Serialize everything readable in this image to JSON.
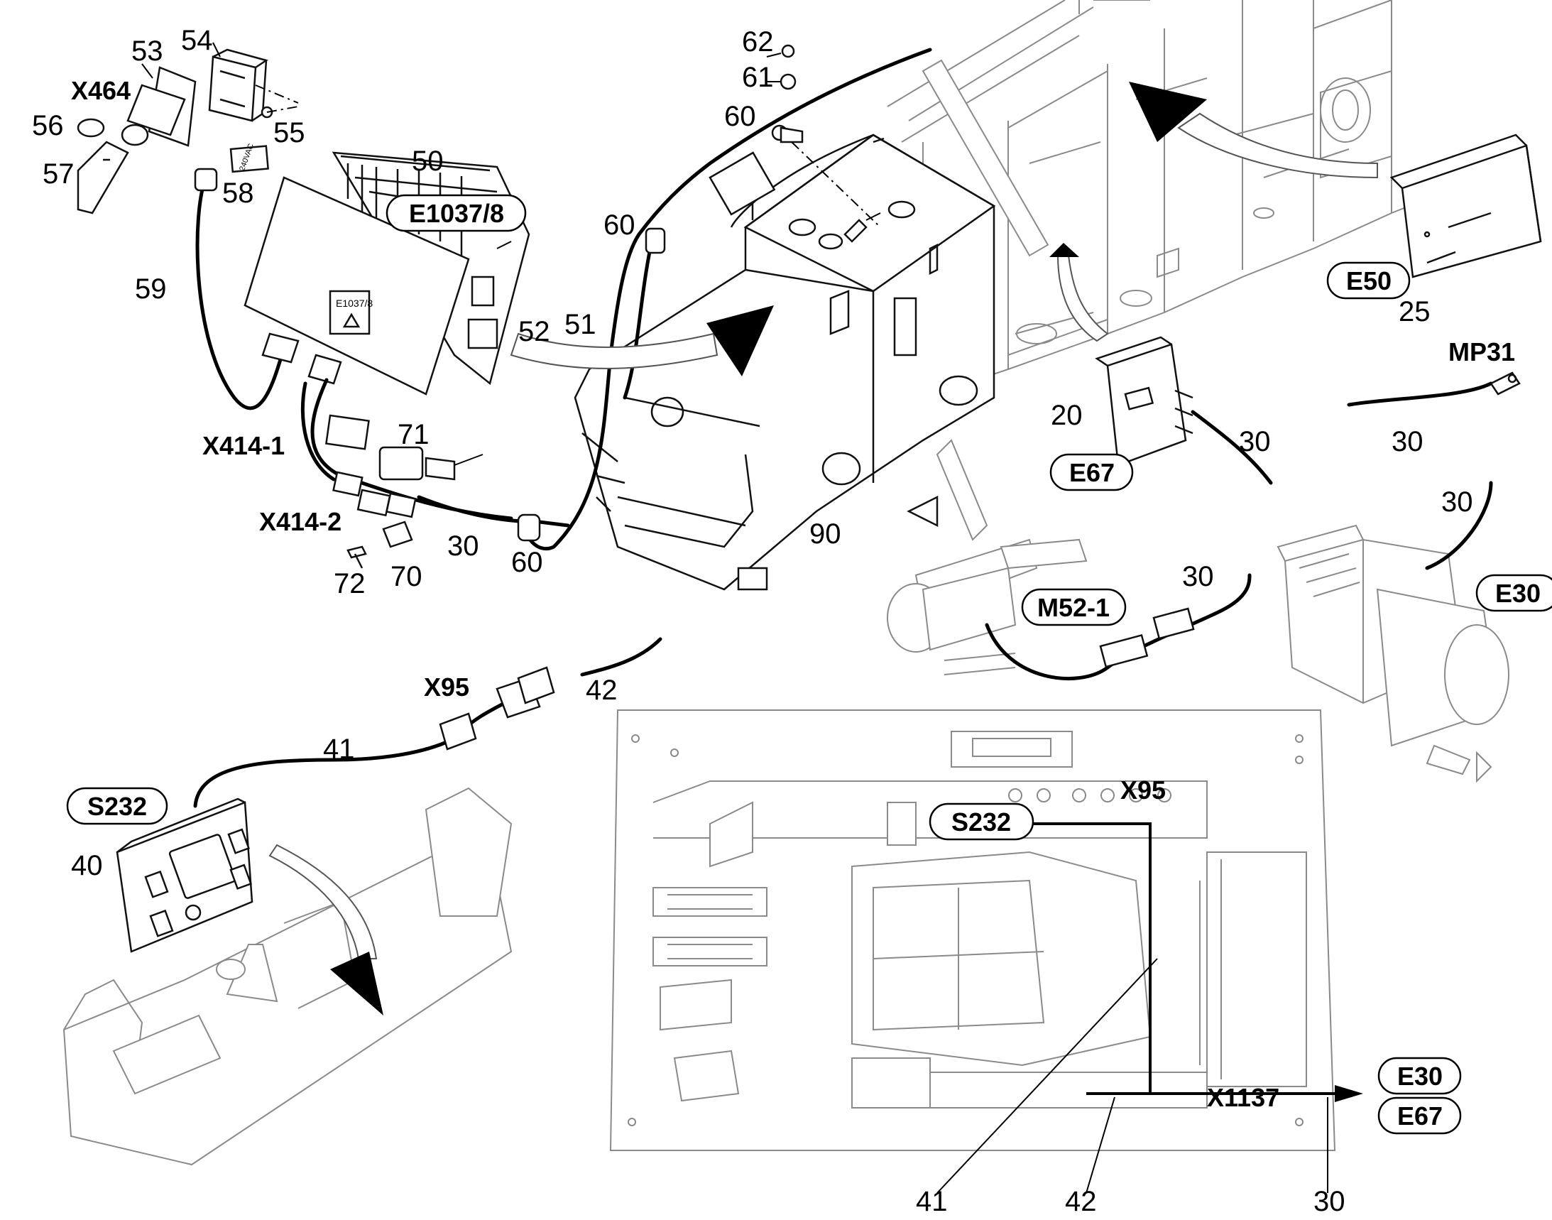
{
  "diagram": {
    "part_numbers": {
      "p20": "20",
      "p25": "25",
      "p30": "30",
      "p40": "40",
      "p41": "41",
      "p42": "42",
      "p50": "50",
      "p51": "51",
      "p52": "52",
      "p53": "53",
      "p54": "54",
      "p55": "55",
      "p56": "56",
      "p57": "57",
      "p58": "58",
      "p59": "59",
      "p60": "60",
      "p61": "61",
      "p62": "62",
      "p70": "70",
      "p71": "71",
      "p72": "72",
      "p90": "90"
    },
    "components": {
      "E1037_8": "E1037/8",
      "E50": "E50",
      "E67": "E67",
      "E30": "E30",
      "M52_1": "M52-1",
      "S232": "S232",
      "MP31": "MP31",
      "X464": "X464",
      "X414_1": "X414-1",
      "X414_2": "X414-2",
      "X95": "X95",
      "X1137": "X1137"
    },
    "device_markings": {
      "heater_box_label": "E1037/8",
      "voltage_tag": "240VAC"
    }
  }
}
